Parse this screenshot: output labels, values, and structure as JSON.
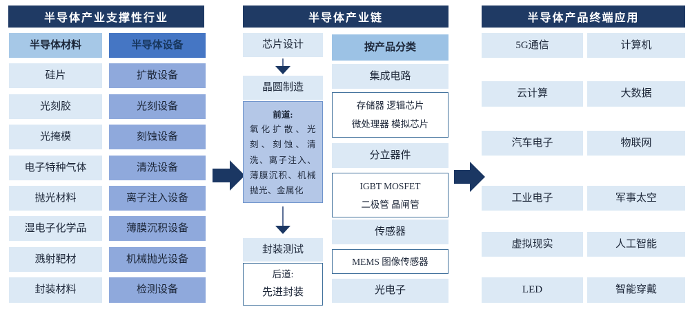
{
  "colors": {
    "header_navy": "#1f3a64",
    "arrow_navy": "#1b3763",
    "light_blue": "#dce9f5",
    "materials_header_blue": "#a6c8e7",
    "equipment_header_blue": "#4576c4",
    "equipment_row_blue": "#8fa9dc",
    "product_header_blue": "#9cc2e5",
    "front_end_box_blue": "#b4c7e7",
    "white_box_border": "#41719c"
  },
  "left_panel": {
    "title": "半导体产业支撑性行业",
    "materials": {
      "header": "半导体材料",
      "items": [
        "硅片",
        "光刻胶",
        "光掩模",
        "电子特种气体",
        "抛光材料",
        "湿电子化学品",
        "溅射靶材",
        "封装材料"
      ]
    },
    "equipment": {
      "header": "半导体设备",
      "items": [
        "扩散设备",
        "光刻设备",
        "刻蚀设备",
        "清洗设备",
        "离子注入设备",
        "薄膜沉积设备",
        "机械抛光设备",
        "检测设备"
      ]
    }
  },
  "middle_panel": {
    "title": "半导体产业链",
    "flow": {
      "chip_design": "芯片设计",
      "wafer_fab": "晶圆制造",
      "front_end_label": "前道:",
      "front_end_detail": "氧化扩散、光刻、刻蚀、清洗、离子注入、薄膜沉积、机械抛光、金属化",
      "packaging_testing": "封装测试",
      "back_end_label": "后道:",
      "back_end_detail": "先进封装"
    },
    "products": {
      "header": "按产品分类",
      "categories": [
        {
          "label": "集成电路",
          "detail_line1": "存储器 逻辑芯片",
          "detail_line2": "微处理器 模拟芯片"
        },
        {
          "label": "分立器件",
          "detail_line1": "IGBT MOSFET",
          "detail_line2": "二极管 晶闸管"
        },
        {
          "label": "传感器",
          "detail_line1": "MEMS 图像传感器"
        },
        {
          "label": "光电子"
        }
      ]
    }
  },
  "right_panel": {
    "title": "半导体产品终端应用",
    "applications": [
      "5G通信",
      "计算机",
      "云计算",
      "大数据",
      "汽车电子",
      "物联网",
      "工业电子",
      "军事太空",
      "虚拟现实",
      "人工智能",
      "LED",
      "智能穿戴"
    ]
  }
}
